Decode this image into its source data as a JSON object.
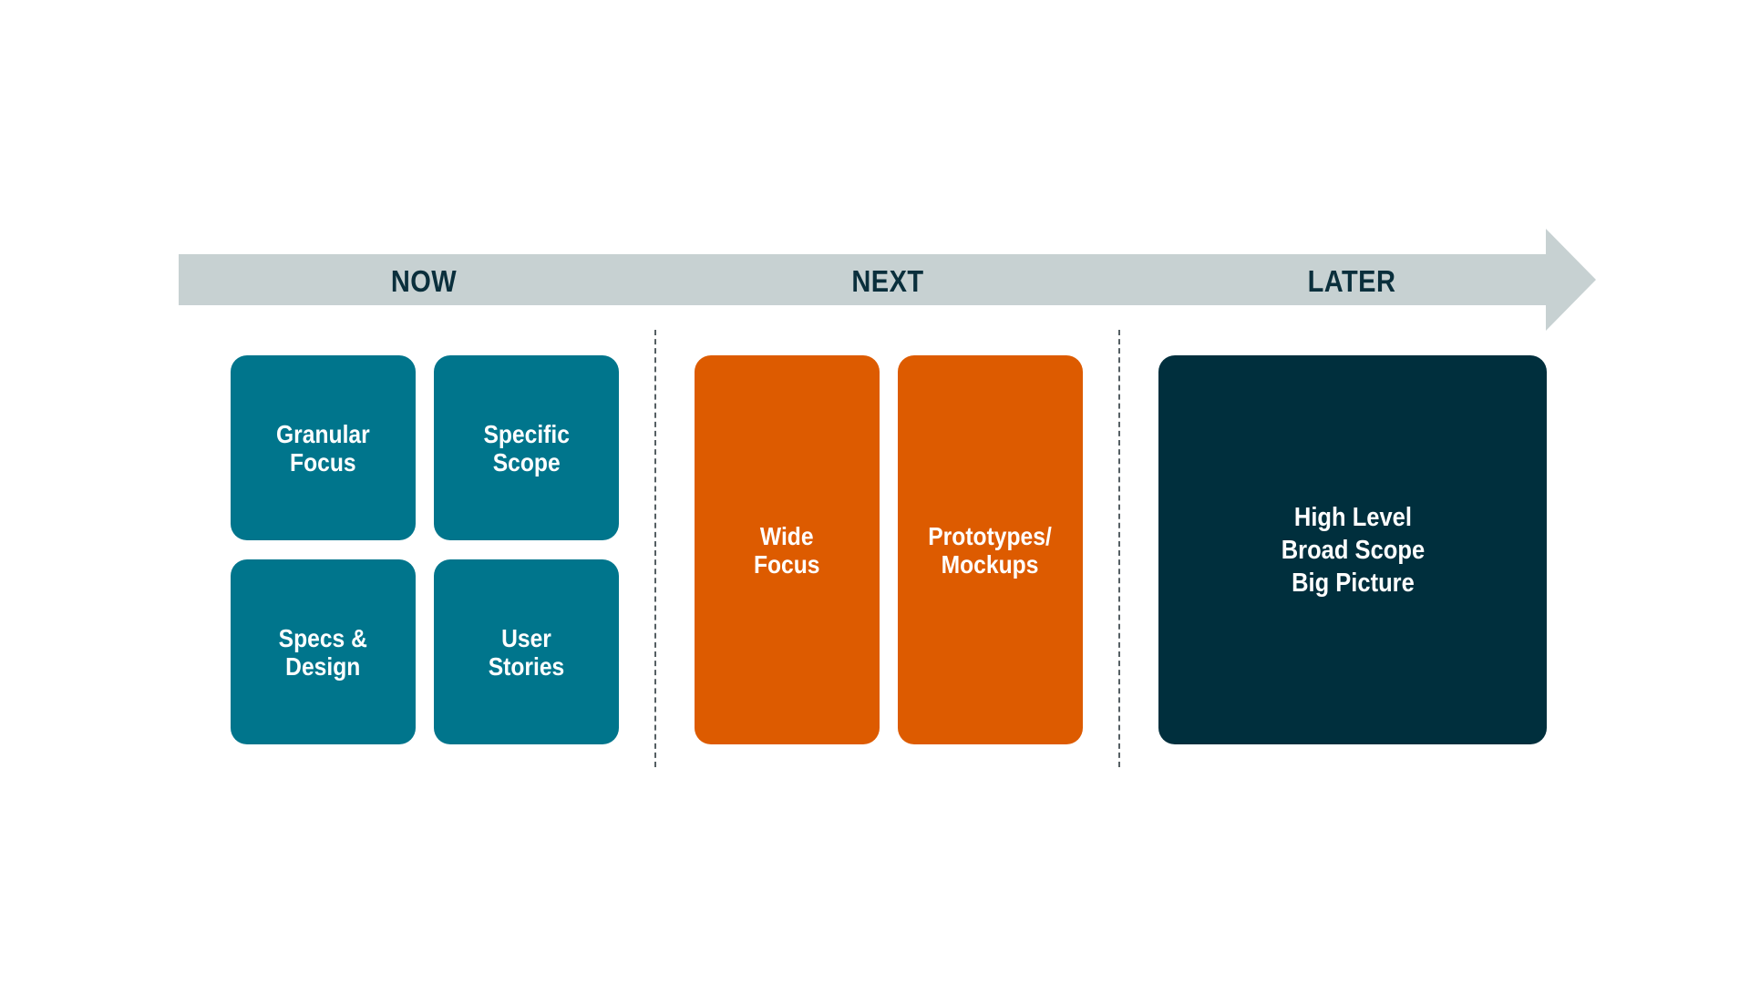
{
  "colors": {
    "arrow": "#c7d1d2",
    "label_text": "#0a2f3c",
    "now_card": "#00758c",
    "next_card": "#dd5b00",
    "later_card": "#002f3d",
    "divider": "#555f63",
    "card_text": "#ffffff"
  },
  "timeline": {
    "phases": [
      "NOW",
      "NEXT",
      "LATER"
    ]
  },
  "now": {
    "cards": [
      "Granular\nFocus",
      "Specific\nScope",
      "Specs &\nDesign",
      "User\nStories"
    ]
  },
  "next": {
    "cards": [
      "Wide\nFocus",
      "Prototypes/\nMockups"
    ]
  },
  "later": {
    "card": "High Level\nBroad Scope\nBig Picture"
  }
}
